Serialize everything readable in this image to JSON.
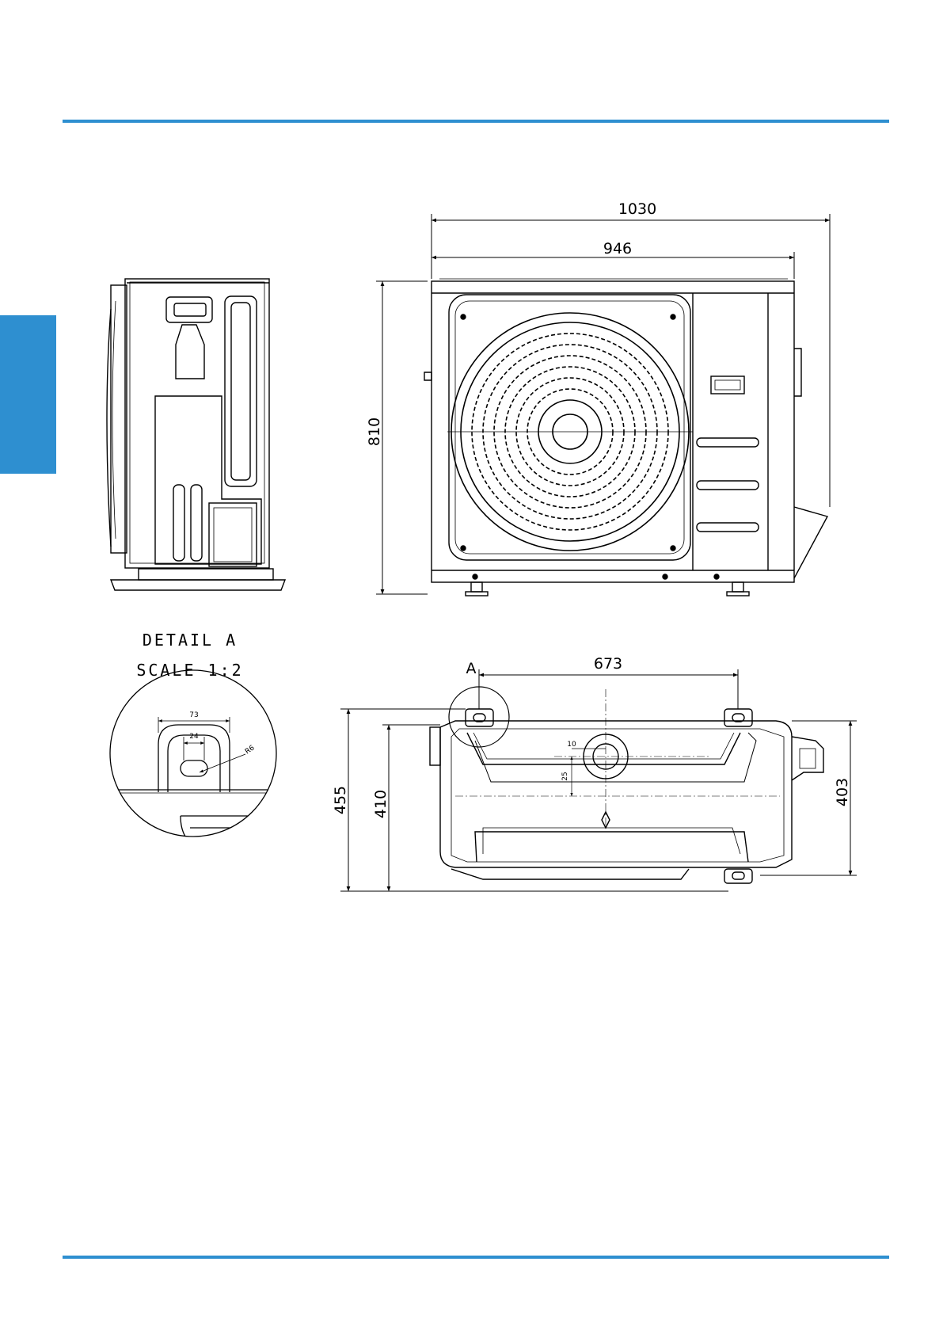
{
  "colors": {
    "accent": "#2e8fd0",
    "ink": "#000000"
  },
  "detail": {
    "title": "DETAIL A",
    "scale": "SCALE 1:2",
    "dim_outer": "73",
    "dim_inner": "24",
    "dim_radius": "R6"
  },
  "front_view": {
    "width_total": "1030",
    "width_body": "946",
    "height": "810"
  },
  "bottom_view": {
    "marker": "A",
    "mount_spacing": "673",
    "depth_total": "455",
    "depth_body": "410",
    "depth_side": "403",
    "hole_offset_x": "10",
    "hole_offset_y": "25"
  }
}
